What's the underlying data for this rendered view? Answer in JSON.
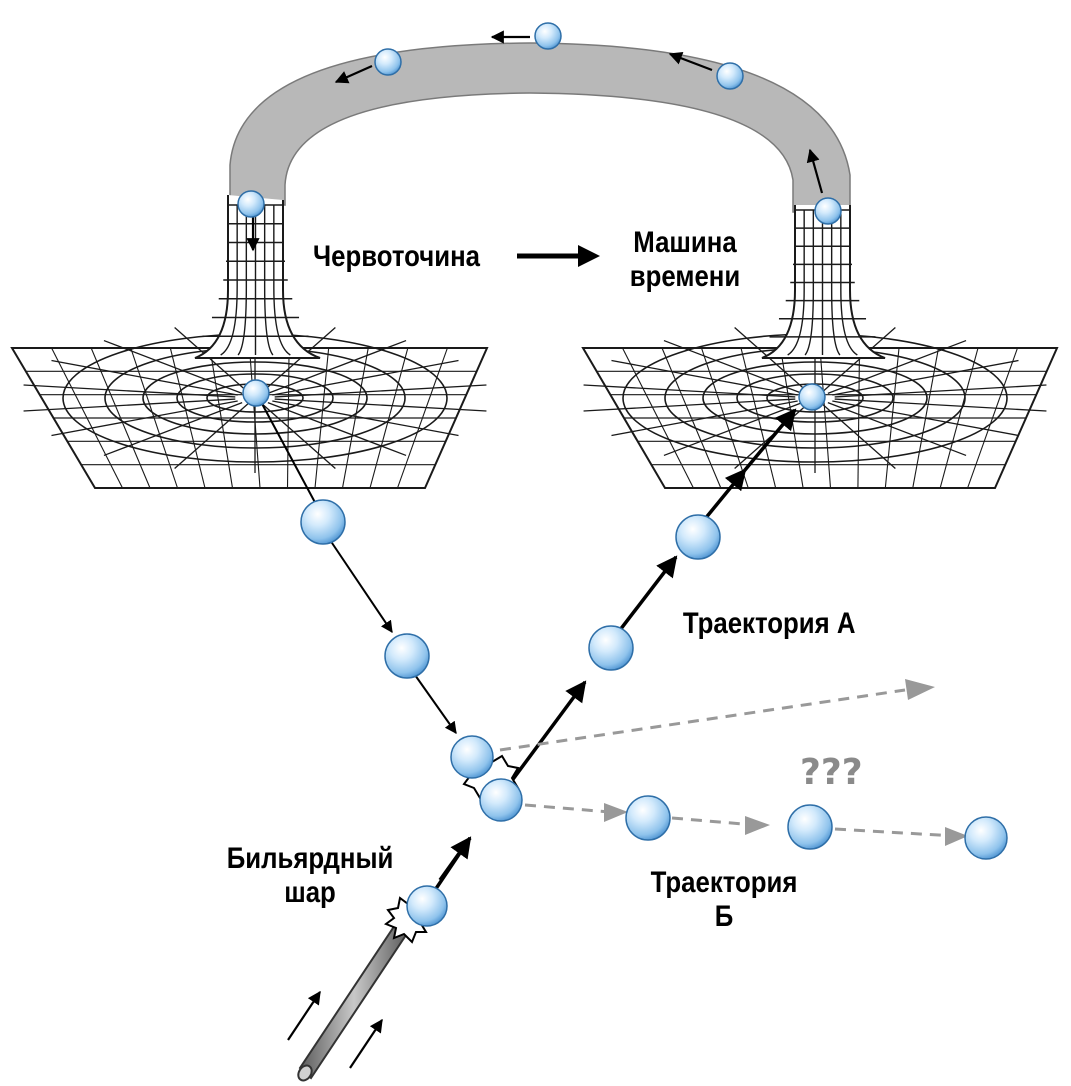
{
  "diagram": {
    "labels": {
      "wormhole": "Червоточина",
      "time_machine_line1": "Машина",
      "time_machine_line2": "времени",
      "trajectory_a": "Траектория А",
      "trajectory_b_line1": "Траектория",
      "trajectory_b_line2": "Б",
      "question_marks": "???",
      "billiard_ball_line1": "Бильярдный",
      "billiard_ball_line2": "шар"
    },
    "colors": {
      "tube": "#b8b8b8",
      "grid": "#1a1a1a",
      "ball_light": "#e4f2fd",
      "ball_mid": "#8fc3ec",
      "ball_dark": "#3f89cc",
      "dashed": "#999999",
      "cue": "#8a8a8a"
    }
  }
}
